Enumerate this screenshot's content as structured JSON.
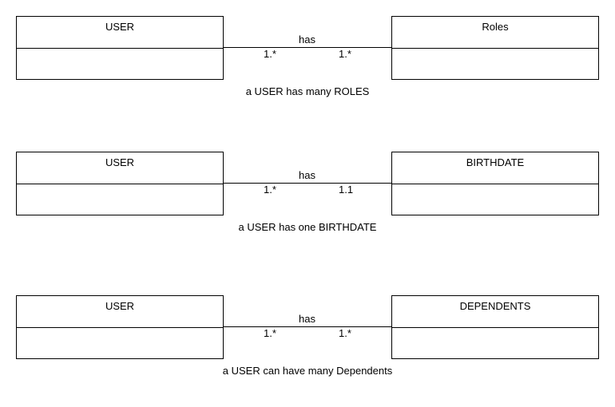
{
  "relations": [
    {
      "left_entity": "USER",
      "right_entity": "Roles",
      "verb": "has",
      "left_multiplicity": "1.*",
      "right_multiplicity": "1.*",
      "caption": "a USER has many ROLES"
    },
    {
      "left_entity": "USER",
      "right_entity": "BIRTHDATE",
      "verb": "has",
      "left_multiplicity": "1.*",
      "right_multiplicity": "1.1",
      "caption": "a USER has one BIRTHDATE"
    },
    {
      "left_entity": "USER",
      "right_entity": "DEPENDENTS",
      "verb": "has",
      "left_multiplicity": "1.*",
      "right_multiplicity": "1.*",
      "caption": "a USER can have many Dependents"
    }
  ]
}
